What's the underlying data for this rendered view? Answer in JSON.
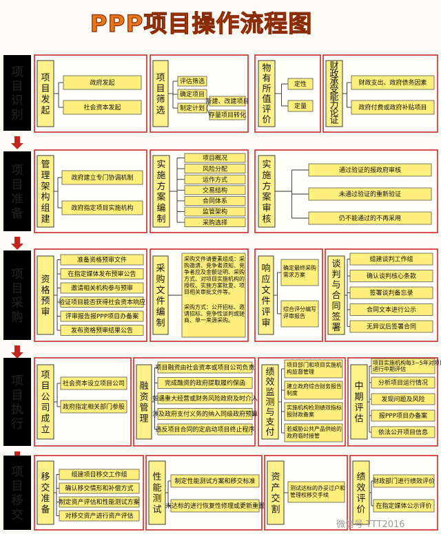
{
  "title": "PPP项目操作流程图",
  "stages": [
    {
      "label": "项目识别",
      "columns": [
        {
          "label": "项目发起",
          "items": [
            "政府发起",
            "社会资本发起"
          ]
        },
        {
          "label": "项目筛选",
          "items": [
            "评估筛选",
            "确定项目",
            "制定计划"
          ],
          "extra": [
            "新建、改建项目",
            "存量项目转化"
          ]
        },
        {
          "label": "物有所值评价",
          "items": [
            "定性",
            "定量"
          ]
        },
        {
          "label": "财政承受能力论证",
          "items": [
            "财政支出、政府债务因素",
            "政府付费或政府补贴项目"
          ]
        }
      ]
    },
    {
      "label": "项目准备",
      "columns": [
        {
          "label": "管理架构组建",
          "items": [
            "政府建立专门协调机制",
            "政府指定项目实施机构"
          ]
        },
        {
          "label": "实施方案编制",
          "items": [
            "项目概况",
            "风险分配",
            "运作方式",
            "交易结构",
            "合同体系",
            "监管架构",
            "采购选择"
          ]
        },
        {
          "label": "实施方案审核",
          "items": [
            "通过验证的报政府审核",
            "未通过验证的重新验证",
            "仍不能通过的不再采用"
          ]
        }
      ]
    },
    {
      "label": "项目采购",
      "columns": [
        {
          "label": "资格预审",
          "items": [
            "准备资格预审文件",
            "在指定媒体发布预审公告",
            "邀请相关机构参与预审",
            "验证项目能否获得社会资本响应",
            "评审报告报PPP项目办备案",
            "发布资格预审结果公告"
          ]
        },
        {
          "label": "采购文件编制",
          "notes": [
            "采购文件请要素组成：采购邀请、竞争者须知、竞争者应及金额证明、采购方式、对项目实施机构的授权、实施方案批复、项目相关审批文件等。",
            "采购方式：公开招标、邀请招标、竞争性谈判或磋商、单一来源采购。"
          ]
        },
        {
          "label": "响应文件评审",
          "items": [
            "确定最终采购需求方案",
            "综合评分编写评审报告"
          ]
        },
        {
          "label": "谈判与合同签署",
          "items": [
            "组建谈判工作组",
            "确认谈判核心条款",
            "签署谈判备忘录",
            "合同文本进行公示",
            "无异议后签署合同"
          ]
        }
      ]
    },
    {
      "label": "项目执行",
      "columns": [
        {
          "label": "项目公司成立",
          "items": [
            "社会资本设立项目公司",
            "政府指定相关部门参股"
          ]
        },
        {
          "label": "融资管理",
          "items": [
            "项目融资由社会资本或项目公司负责",
            "完成融资的政府提取履约保函",
            "如遇重大经营或财务风险政府及时介入",
            "涉及政府支付义务的纳入同级政府预算",
            "违反项目合同的定启动项目终止程序"
          ]
        },
        {
          "label": "绩效监测与支付",
          "items": [
            "项目部门和项目实施机构监督管理",
            "建立政府综合财务报告制度",
            "实施机构检测绩效指标报财政备案",
            "若威胁公共产品供给的政府临时接管"
          ]
        },
        {
          "label": "中期评估",
          "items": [
            "项目实施机构每3~5年对项目进行中期评估",
            "分析项目运行情况",
            "发现问题及风险",
            "报PPP项目办备案",
            "依法公开项目信息"
          ]
        }
      ]
    },
    {
      "label": "项目移交",
      "columns": [
        {
          "label": "移交准备",
          "items": [
            "组建项目移交工作组",
            "确认移交情形和补偿方式",
            "制定资产评估和性能测试方案",
            "对移交资产进行资产评估"
          ]
        },
        {
          "label": "性能测试",
          "items": [
            "制定性能测试方案和移交标准",
            "未达标的进行恢复性修理或更新重置"
          ]
        },
        {
          "label": "资产交割",
          "items": [
            "测试达标的办妥过户和管理权移交手续"
          ]
        },
        {
          "label": "绩效评价",
          "items": [
            "财政部门进行绩效评价",
            "在指定媒体公示评价"
          ]
        }
      ]
    }
  ],
  "watermark": "微信号 TTT2016"
}
